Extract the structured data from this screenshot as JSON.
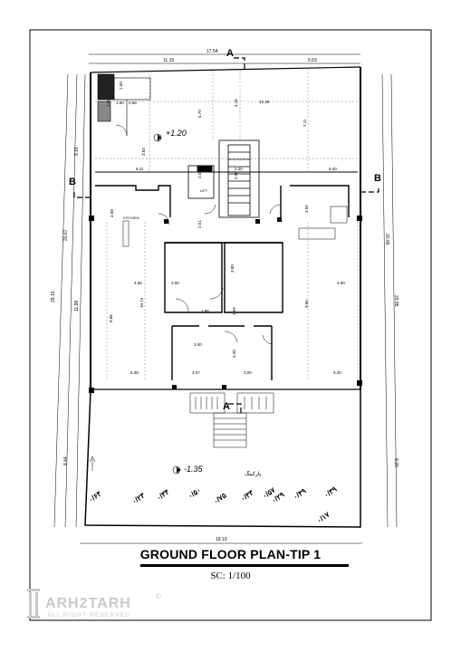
{
  "plan": {
    "title": "GROUND FLOOR PLAN-TIP 1",
    "scale": "SC:  1/100",
    "section_a": "A",
    "section_b": "B",
    "lift_label": "LIFT",
    "kitchen_label": "KITCHEN",
    "elevation_top": "+1.20",
    "elevation_bottom": "-1.35",
    "parking_label": "پارکینگ",
    "overall_width": "18.10",
    "top_width": "17.54",
    "top_left_dim": "11.15",
    "top_right_dim": "5.63",
    "left_total": "29.10",
    "left_upper": "20.67",
    "left_a": "9.16",
    "left_b": "11.98",
    "left_c": "8.44",
    "right_total": "29.85",
    "right_upper": "20.65",
    "right_lower": "9.20",
    "dims": [
      "1.50",
      "1.50",
      "1.02",
      "0.56",
      "5.79",
      "4.16",
      "12.46",
      "7.11",
      "3.83",
      "6.11",
      "6.40",
      "2.20",
      "2.50",
      "4.90",
      "4.58",
      "2.51",
      "3.50",
      "4.56",
      "3.00",
      "3.80",
      "4.80",
      "10.74",
      "9.65",
      "8.66",
      "1.85",
      "1.59",
      "3.00",
      "3.20",
      "5.39",
      "3.07",
      "3.00",
      "5.40"
    ],
    "parking_numbers": [
      "۰/۶۴",
      "۰/۲۳",
      "۰/۳۴",
      "۰/۵۰",
      "۰/۷۵",
      "۰/۳۳",
      "۰/۵۷",
      "۰/۲۹",
      "۰/۴۹",
      "۰/۳۹",
      "۰/۱۷"
    ]
  },
  "brand": {
    "name": "ARH2TARH",
    "tagline": "ALL RIGHT RESERVED",
    "copyright": "©"
  }
}
